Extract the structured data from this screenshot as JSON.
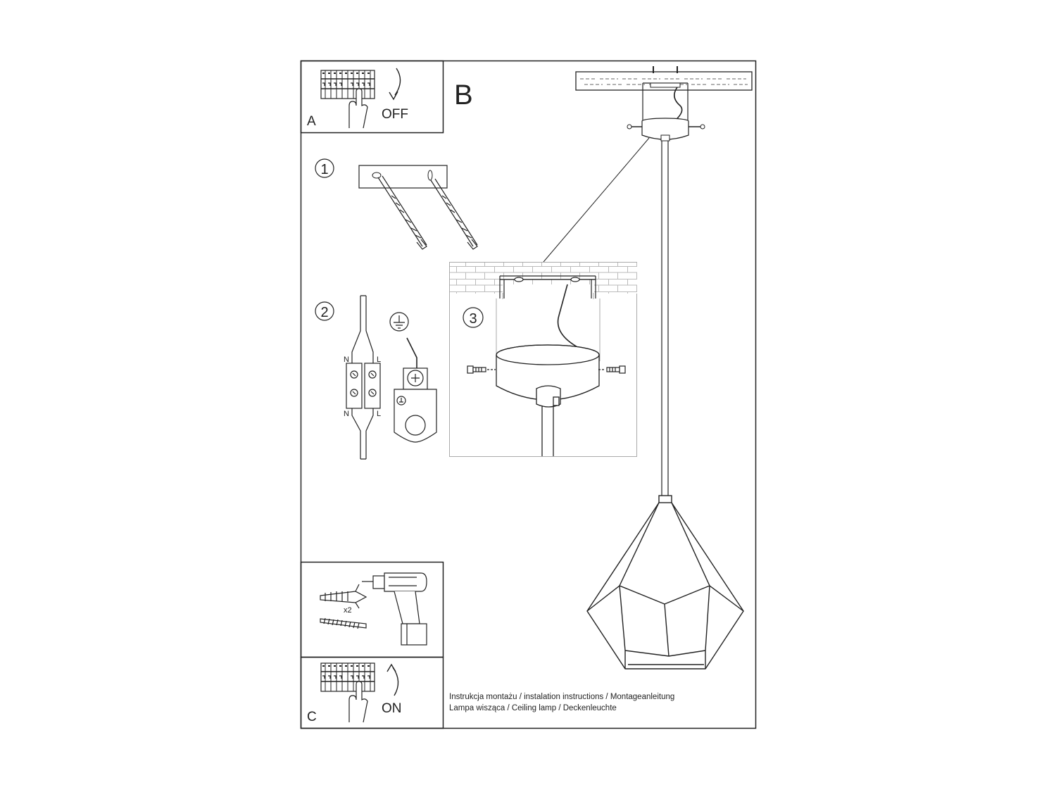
{
  "panels": {
    "a": {
      "letter": "A",
      "action": "OFF"
    },
    "b": {
      "letter": "B"
    },
    "c": {
      "letter": "C",
      "action": "ON"
    }
  },
  "steps": {
    "one": "1",
    "two": "2",
    "three": "3"
  },
  "wiring": {
    "neutral": "N",
    "live": "L"
  },
  "anchors": {
    "quantity": "x2"
  },
  "caption": {
    "line1": "Instrukcja montażu / instalation instructions / Montageanleitung",
    "line2": "Lampa wisząca / Ceiling lamp  / Deckenleuchte"
  }
}
